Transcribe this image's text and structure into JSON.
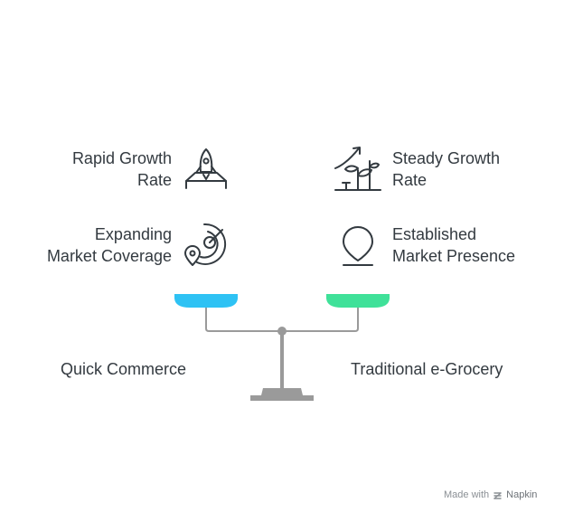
{
  "left_group": {
    "title": "Quick Commerce",
    "color": "#2ec2f4",
    "items": [
      {
        "line1": "Rapid Growth",
        "line2": "Rate",
        "icon": "rocket-icon"
      },
      {
        "line1": "Expanding",
        "line2": "Market Coverage",
        "icon": "radar-location-icon"
      }
    ]
  },
  "right_group": {
    "title": "Traditional e-Grocery",
    "color": "#3fe199",
    "items": [
      {
        "line1": "Steady Growth",
        "line2": "Rate",
        "icon": "growing-plant-icon"
      },
      {
        "line1": "Established",
        "line2": "Market Presence",
        "icon": "map-pin-icon"
      }
    ]
  },
  "footer": {
    "made_with": "Made with",
    "brand": "Napkin",
    "icon": "napkin-logo-icon"
  },
  "colors": {
    "scale": "#9a9a9a",
    "text": "#333a40",
    "icon_stroke": "#333a40"
  }
}
